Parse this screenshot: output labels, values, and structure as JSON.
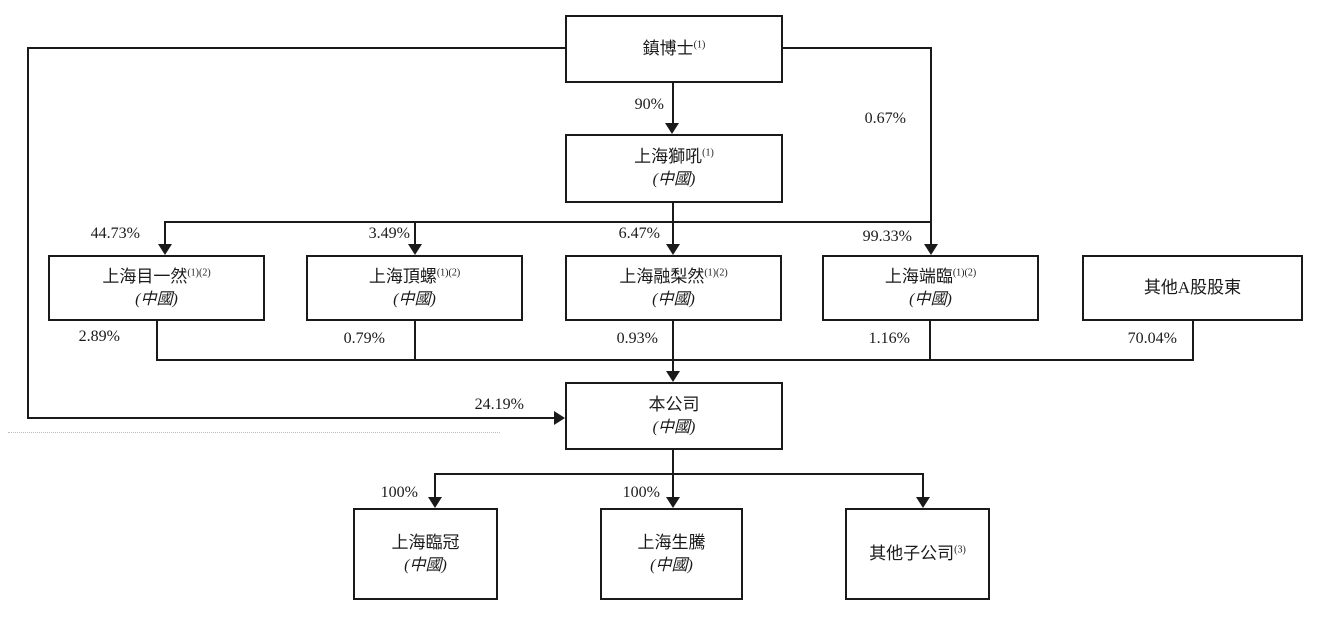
{
  "diagram": {
    "title": "shareholding-structure-chart",
    "colors": {
      "line": "#1a1a1a",
      "background": "#ffffff",
      "text": "#1a1a1a"
    },
    "nodes": {
      "dr_zhen": {
        "name": "鎮博士",
        "sup": "(1)"
      },
      "shihou": {
        "name": "上海獅吼",
        "sup": "(1)",
        "place": "(中國)"
      },
      "muyiran": {
        "name": "上海目一然",
        "sup": "(1)(2)",
        "place": "(中國)"
      },
      "dingluo": {
        "name": "上海頂螺",
        "sup": "(1)(2)",
        "place": "(中國)"
      },
      "rongliran": {
        "name": "上海融梨然",
        "sup": "(1)(2)",
        "place": "(中國)"
      },
      "duanlin": {
        "name": "上海端臨",
        "sup": "(1)(2)",
        "place": "(中國)"
      },
      "other_a": {
        "name": "其他A股股東"
      },
      "company": {
        "name": "本公司",
        "place": "(中國)"
      },
      "linguan": {
        "name": "上海臨冠",
        "place": "(中國)"
      },
      "shengteng": {
        "name": "上海生騰",
        "place": "(中國)"
      },
      "other_subs": {
        "name": "其他子公司",
        "sup": "(3)"
      }
    },
    "edges": {
      "zhen_to_shihou": "90%",
      "zhen_to_duanlin": "0.67%",
      "zhen_to_company": "24.19%",
      "shihou_to_muyiran": "44.73%",
      "shihou_to_dingluo": "3.49%",
      "shihou_to_rongliran": "6.47%",
      "shihou_to_duanlin": "99.33%",
      "muyiran_to_company": "2.89%",
      "dingluo_to_company": "0.79%",
      "rongliran_to_company": "0.93%",
      "duanlin_to_company": "1.16%",
      "othera_to_company": "70.04%",
      "company_to_linguan": "100%",
      "company_to_shengteng": "100%"
    }
  }
}
